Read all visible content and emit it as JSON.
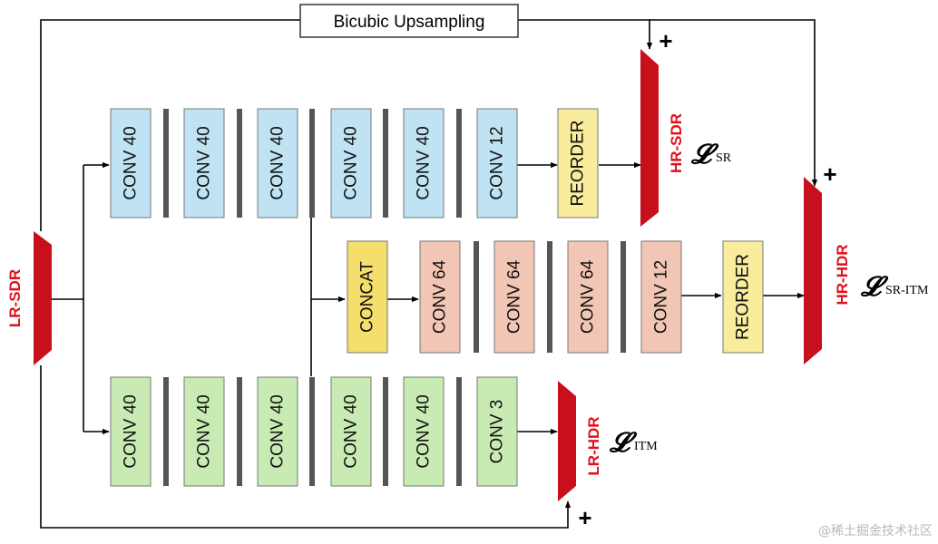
{
  "top_block": {
    "label": "Bicubic Upsampling"
  },
  "io": {
    "lr_sdr": "LR-SDR",
    "hr_sdr": "HR-SDR",
    "hr_hdr": "HR-HDR",
    "lr_hdr": "LR-HDR"
  },
  "branches": {
    "top": [
      "CONV 40",
      "CONV 40",
      "CONV 40",
      "CONV 40",
      "CONV 40",
      "CONV 12",
      "REORDER"
    ],
    "middle": [
      "CONCAT",
      "CONV 64",
      "CONV 64",
      "CONV 64",
      "CONV 12",
      "REORDER"
    ],
    "bottom": [
      "CONV 40",
      "CONV 40",
      "CONV 40",
      "CONV 40",
      "CONV 40",
      "CONV 3"
    ]
  },
  "plus_sign": "+",
  "losses": {
    "sr": {
      "symbol": "𝓛",
      "sub": "SR"
    },
    "sr_itm": {
      "symbol": "𝓛",
      "sub": "SR-ITM"
    },
    "itm": {
      "symbol": "𝓛",
      "sub": "ITM"
    }
  },
  "watermark": "@稀土掘金技术社区",
  "colors": {
    "conv_top": "#bfe3f3",
    "conv_mid": "#f2c6b4",
    "conv_bottom": "#c8ebb3",
    "reorder": "#f9ec9c",
    "concat": "#f5de6c",
    "io_red": "#c8101c",
    "label_red": "#e0101c",
    "separator": "#555555"
  }
}
